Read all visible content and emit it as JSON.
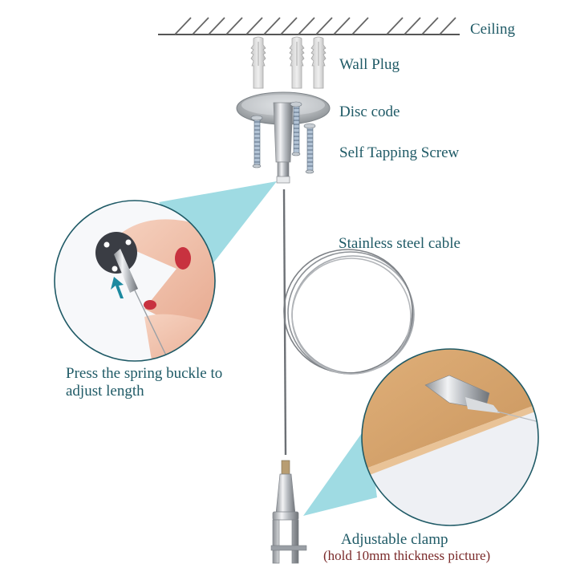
{
  "diagram": {
    "title": "Picture hanging cable kit installation diagram",
    "colors": {
      "label_text": "#1f5a66",
      "note_text": "#7a2a2a",
      "callout_fill": "#9fdbe3",
      "circle_border": "#1f5a66",
      "ceiling_line": "#555555",
      "metal": "#c9cdd2",
      "wood": "#d9ab72"
    },
    "labels": {
      "ceiling": "Ceiling",
      "wall_plug": "Wall Plug",
      "disc_code": "Disc code",
      "self_tapping_screw": "Self Tapping Screw",
      "stainless_steel_cable": "Stainless steel cable",
      "press_spring_buckle": "Press the spring buckle to adjust length",
      "adjustable_clamp": "Adjustable clamp",
      "clamp_note": "(hold 10mm thickness picture)"
    },
    "components": [
      {
        "id": "ceiling",
        "icon": "ceiling-hatch-icon"
      },
      {
        "id": "wall_plug",
        "count": 3,
        "icon": "wall-plug-icon"
      },
      {
        "id": "disc_code",
        "icon": "ceiling-disc-icon"
      },
      {
        "id": "self_tapping_screw",
        "count": 3,
        "icon": "screw-icon"
      },
      {
        "id": "stainless_steel_cable",
        "icon": "coiled-cable-icon"
      },
      {
        "id": "adjustable_clamp",
        "icon": "clamp-icon"
      }
    ],
    "callouts": [
      {
        "id": "spring-buckle-detail",
        "shape": "circle",
        "pointer_from": "disc bottom",
        "content": "hand pressing spring buckle, arrow up"
      },
      {
        "id": "clamp-detail",
        "shape": "circle",
        "pointer_from": "clamp",
        "content": "clamp holding wooden board"
      }
    ]
  }
}
